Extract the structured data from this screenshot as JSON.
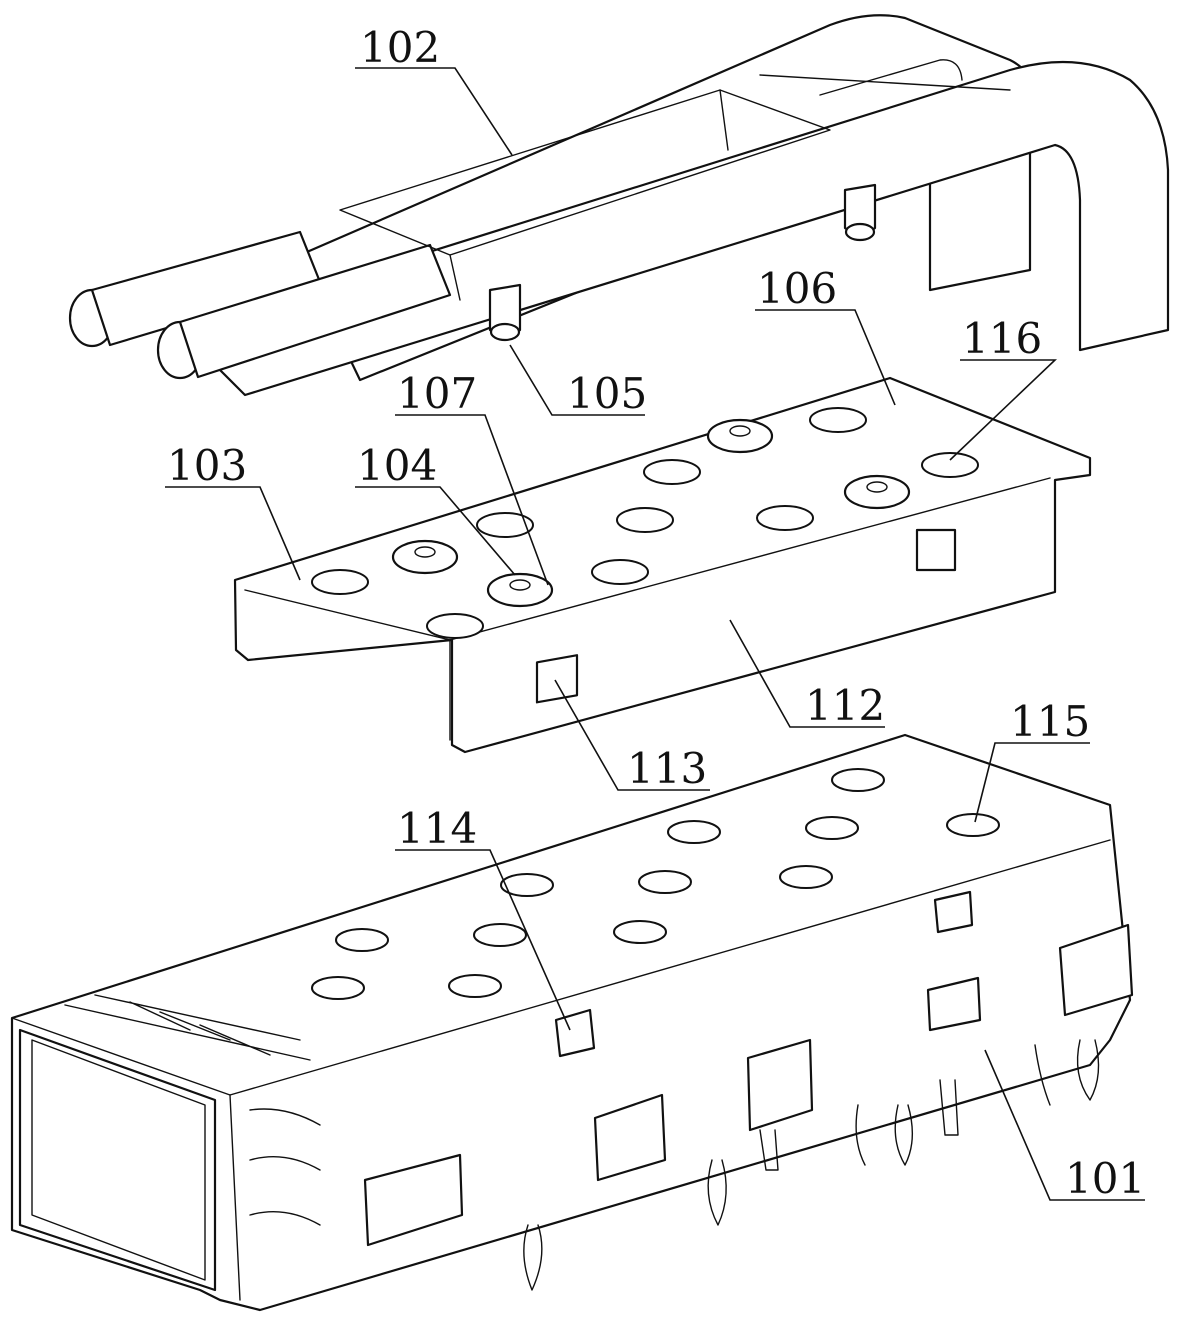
{
  "callouts": {
    "c101": "101",
    "c102": "102",
    "c103": "103",
    "c104": "104",
    "c105": "105",
    "c106": "106",
    "c107": "107",
    "c112": "112",
    "c113": "113",
    "c114": "114",
    "c115": "115",
    "c116": "116"
  },
  "colors": {
    "line": "#111111",
    "background": "#ffffff"
  }
}
